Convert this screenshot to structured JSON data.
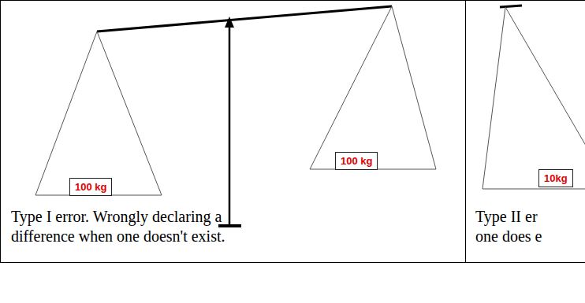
{
  "diagram": {
    "nodes": [
      {
        "text": [
          "Type I error. Wrongly declaring a difference when one doesn't exist."
        ]
      },
      {
        "text": [
          "100 kg"
        ],
        "in": 0
      },
      {
        "text": [
          "100 kg"
        ],
        "in": 0
      },
      {
        "text": [
          "Type II er one does e"
        ]
      },
      {
        "text": [
          "10kg"
        ],
        "in": 3
      }
    ]
  }
}
